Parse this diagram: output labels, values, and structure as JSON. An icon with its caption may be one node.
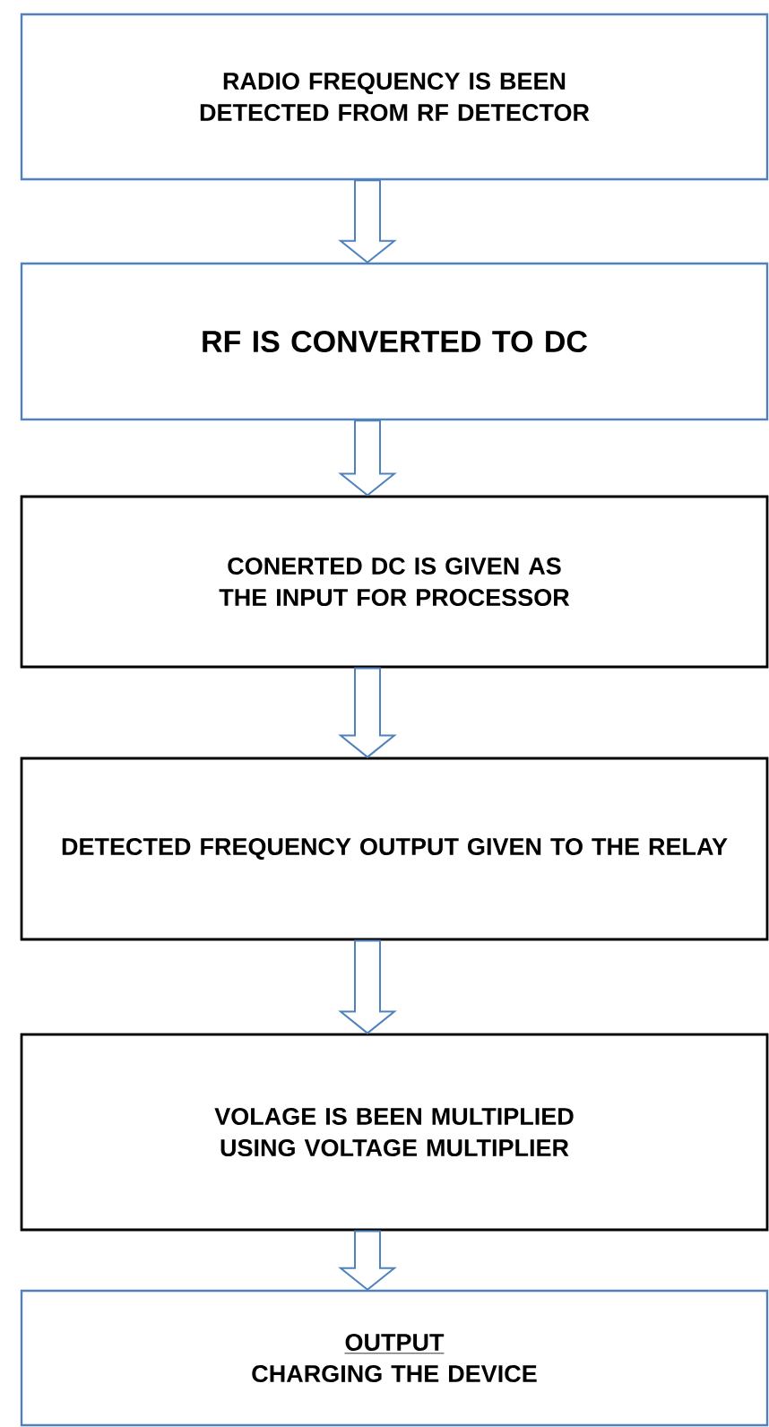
{
  "diagram": {
    "nodes": [
      {
        "text": [
          "RADIO FREQUENCY IS BEEN DETECTED FROM RF DETECTOR"
        ]
      },
      {
        "text": [
          "RF IS CONVERTED TO DC"
        ]
      },
      {
        "text": [
          "CONERTED DC IS GIVEN AS THE INPUT FOR PROCESSOR"
        ]
      },
      {
        "text": [
          "DETECTED FREQUENCY OUTPUT GIVEN TO THE RELAY"
        ]
      },
      {
        "text": [
          "VOLAGE IS BEEN MULTIPLIED USING VOLTAGE MULTIPLIER"
        ]
      },
      {
        "text": [
          "OUTPUT",
          "CHARGING THE DEVICE"
        ]
      }
    ],
    "edges": [
      {
        "from": 0,
        "to": 1,
        "arrow": "to"
      },
      {
        "from": 1,
        "to": 2,
        "arrow": "to"
      },
      {
        "from": 2,
        "to": 3,
        "arrow": "to"
      },
      {
        "from": 3,
        "to": 4,
        "arrow": "to"
      },
      {
        "from": 4,
        "to": 5,
        "arrow": "to"
      }
    ]
  }
}
